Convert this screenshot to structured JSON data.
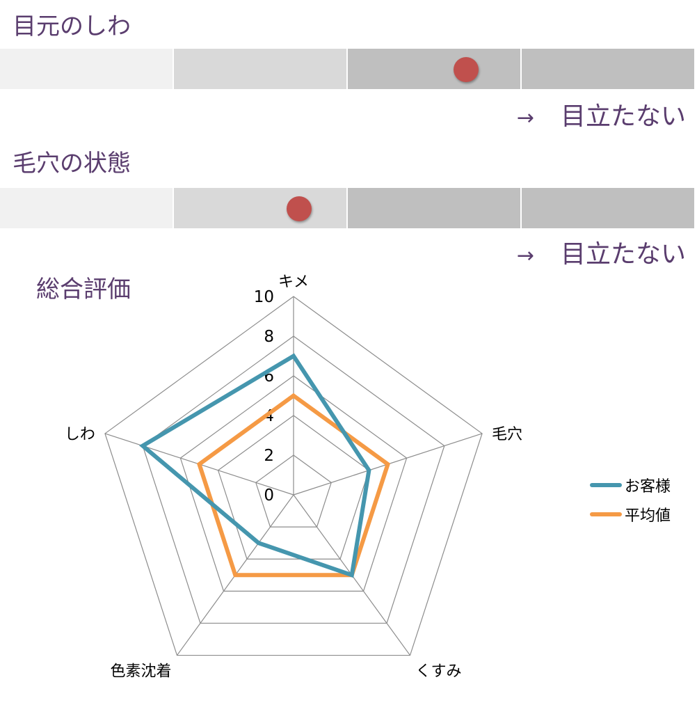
{
  "sections": [
    {
      "title": "目元のしわ",
      "level": 0.67,
      "arrow": "→",
      "caption": "目立たない"
    },
    {
      "title": "毛穴の状態",
      "level": 0.43,
      "arrow": "→",
      "caption": "目立たない"
    }
  ],
  "colors": {
    "accent_text": "#5a3d6e",
    "dot": "#c0504d",
    "customer": "#4596ae",
    "average": "#f59a45",
    "grid": "#8c8c8c"
  },
  "chart_data": {
    "type": "radar",
    "title": "総合評価",
    "axes": [
      "キメ",
      "毛穴",
      "くすみ",
      "色素沈着",
      "しわ"
    ],
    "ticks": [
      "0",
      "2",
      "4",
      "6",
      "8",
      "10"
    ],
    "range": [
      0,
      10
    ],
    "series": [
      {
        "name": "お客様",
        "values": [
          7,
          4,
          5,
          3,
          8
        ]
      },
      {
        "name": "平均値",
        "values": [
          5,
          5,
          5,
          5,
          5
        ]
      }
    ],
    "legend_position": "right"
  }
}
